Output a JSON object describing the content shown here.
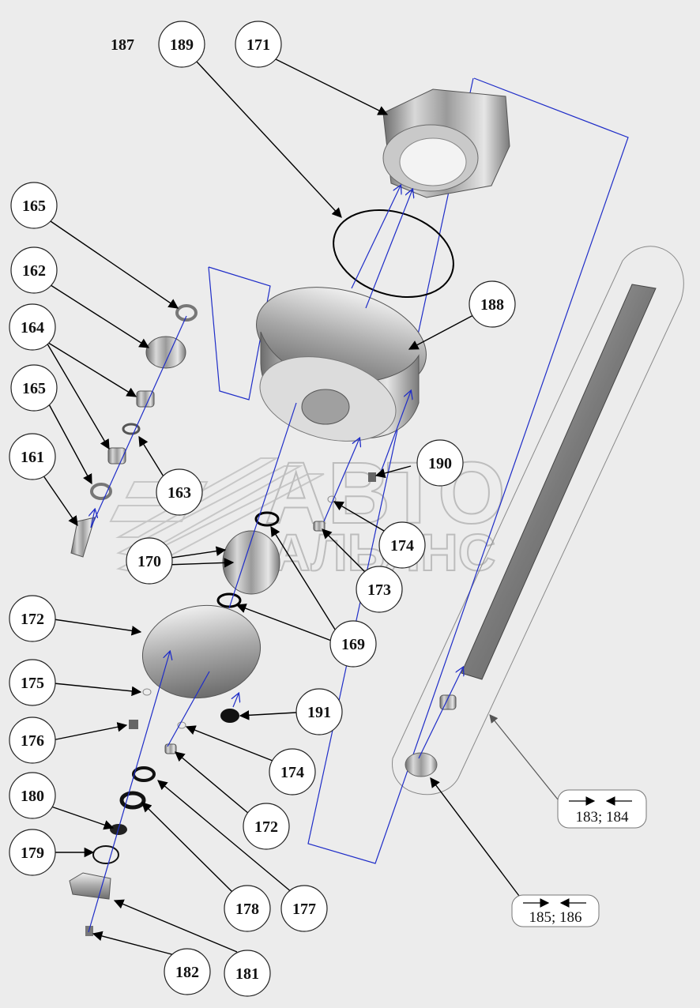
{
  "drawing": {
    "title_number": "187",
    "watermark_top": "АВТО",
    "watermark_bottom": "АЛЬЯНС",
    "callouts": [
      {
        "id": "c189",
        "label": "189"
      },
      {
        "id": "c171",
        "label": "171"
      },
      {
        "id": "c165a",
        "label": "165"
      },
      {
        "id": "c162",
        "label": "162"
      },
      {
        "id": "c164",
        "label": "164"
      },
      {
        "id": "c165b",
        "label": "165"
      },
      {
        "id": "c161",
        "label": "161"
      },
      {
        "id": "c163",
        "label": "163"
      },
      {
        "id": "c188",
        "label": "188"
      },
      {
        "id": "c190",
        "label": "190"
      },
      {
        "id": "c174a",
        "label": "174"
      },
      {
        "id": "c173",
        "label": "173"
      },
      {
        "id": "c170",
        "label": "170"
      },
      {
        "id": "c169",
        "label": "169"
      },
      {
        "id": "c172a",
        "label": "172"
      },
      {
        "id": "c175",
        "label": "175"
      },
      {
        "id": "c176",
        "label": "176"
      },
      {
        "id": "c191",
        "label": "191"
      },
      {
        "id": "c174b",
        "label": "174"
      },
      {
        "id": "c172b",
        "label": "172"
      },
      {
        "id": "c180",
        "label": "180"
      },
      {
        "id": "c179",
        "label": "179"
      },
      {
        "id": "c178",
        "label": "178"
      },
      {
        "id": "c177",
        "label": "177"
      },
      {
        "id": "c182",
        "label": "182"
      },
      {
        "id": "c181",
        "label": "181"
      }
    ],
    "ref_boxes": [
      {
        "id": "r183",
        "label": "183; 184"
      },
      {
        "id": "r185",
        "label": "185; 186"
      }
    ],
    "colors": {
      "assembly_lines": "#1f2dc8",
      "leaders": "#000000",
      "background": "#ececec"
    }
  }
}
